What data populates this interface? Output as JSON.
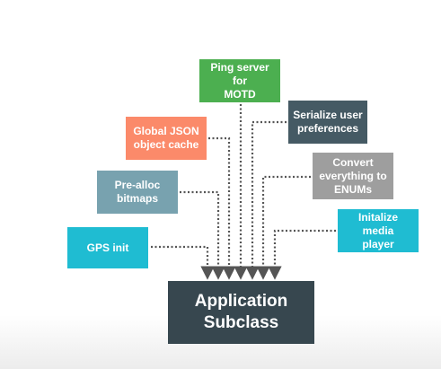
{
  "diagram": {
    "nodes": {
      "ping": {
        "label": "Ping server for\nMOTD",
        "color": "#4caf50"
      },
      "json": {
        "label": "Global JSON\nobject cache",
        "color": "#fb8a6a"
      },
      "serial": {
        "label": "Serialize user\npreferences",
        "color": "#455a64"
      },
      "bitmaps": {
        "label": "Pre-alloc\nbitmaps",
        "color": "#78a2af"
      },
      "enums": {
        "label": "Convert\neverything to\nENUMs",
        "color": "#9e9e9e"
      },
      "media": {
        "label": "Initalize media\nplayer",
        "color": "#1fbcd2"
      },
      "gps": {
        "label": "GPS init",
        "color": "#1fbcd2"
      },
      "app": {
        "label": "Application\nSubclass",
        "color": "#37474f"
      }
    },
    "edges": [
      {
        "from": "gps",
        "to": "app"
      },
      {
        "from": "bitmaps",
        "to": "app"
      },
      {
        "from": "json",
        "to": "app"
      },
      {
        "from": "ping",
        "to": "app"
      },
      {
        "from": "serial",
        "to": "app"
      },
      {
        "from": "enums",
        "to": "app"
      },
      {
        "from": "media",
        "to": "app"
      }
    ],
    "edge_style": "dotted",
    "edge_color": "#555555"
  }
}
